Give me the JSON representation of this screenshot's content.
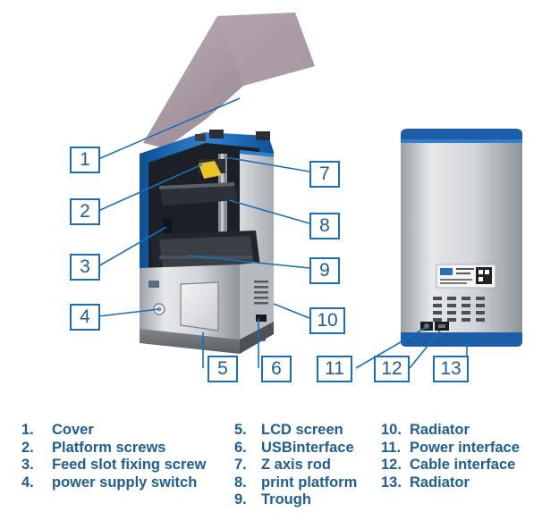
{
  "callouts": [
    "1",
    "2",
    "3",
    "4",
    "5",
    "6",
    "7",
    "8",
    "9",
    "10",
    "11",
    "12",
    "13"
  ],
  "legend": {
    "col1": [
      {
        "num": "1.",
        "text": "Cover"
      },
      {
        "num": "2.",
        "text": "Platform screws"
      },
      {
        "num": "3.",
        "text": "Feed slot fixing screw"
      },
      {
        "num": "4.",
        "text": "power supply switch"
      }
    ],
    "col2": [
      {
        "num": "5.",
        "text": "LCD screen"
      },
      {
        "num": "6.",
        "text": "USBinterface"
      },
      {
        "num": "7.",
        "text": "Z axis rod"
      },
      {
        "num": "8.",
        "text": "print platform"
      },
      {
        "num": "9.",
        "text": "Trough"
      }
    ],
    "col3": [
      {
        "num": "10.",
        "text": "Radiator"
      },
      {
        "num": "11.",
        "text": "Power interface"
      },
      {
        "num": "12.",
        "text": "Cable interface"
      },
      {
        "num": "13.",
        "text": "Radiator"
      }
    ]
  },
  "colors": {
    "accent_blue": "#1a6fb5",
    "legend_text": "#1f5d96",
    "cover_tint": "#9f8f9a",
    "body_silver": "#c9cdd2",
    "base_gray": "#6f7378"
  }
}
